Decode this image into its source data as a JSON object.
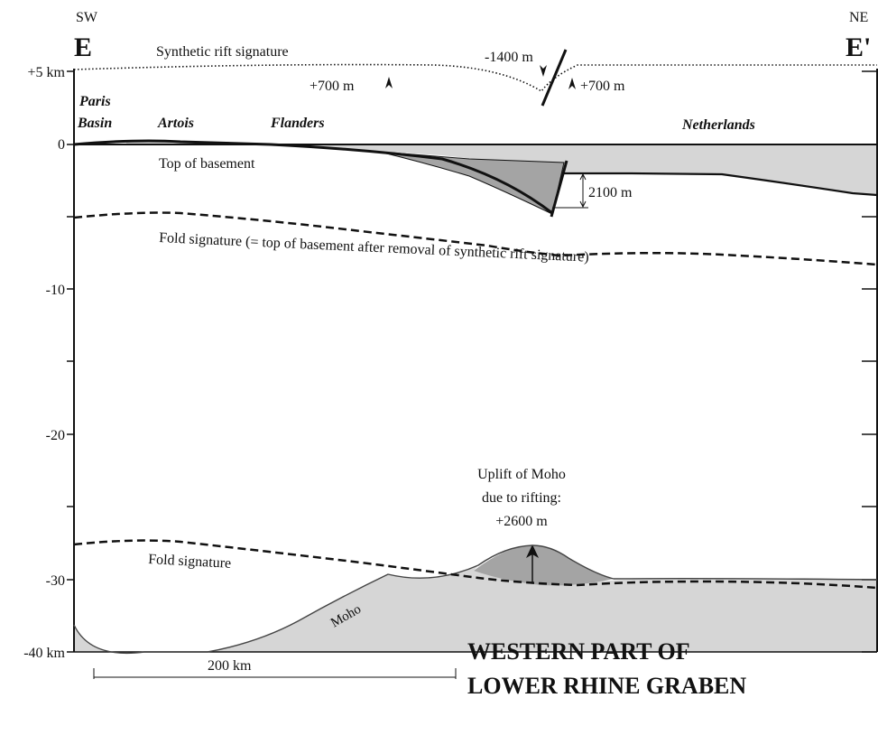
{
  "orientation": {
    "left": "SW",
    "right": "NE"
  },
  "section": {
    "start": "E",
    "end": "E'"
  },
  "y_axis": {
    "ticks": [
      {
        "label": "+5 km",
        "value": 5
      },
      {
        "label": "0",
        "value": 0
      },
      {
        "label": "-10",
        "value": -10
      },
      {
        "label": "-20",
        "value": -20
      },
      {
        "label": "-30",
        "value": -30
      },
      {
        "label": "-40 km",
        "value": -40
      }
    ],
    "minor_ticks_km": [
      -5,
      -15,
      -25,
      -35
    ]
  },
  "regions": {
    "paris_basin_1": "Paris",
    "paris_basin_2": "Basin",
    "artois": "Artois",
    "flanders": "Flanders",
    "netherlands": "Netherlands"
  },
  "labels": {
    "synthetic_rift": "Synthetic rift signature",
    "minus_1400": "-1400 m",
    "plus_700_left": "+700 m",
    "plus_700_right": "+700 m",
    "top_basement": "Top of basement",
    "offset_2100": "2100 m",
    "fold_signature_upper": "Fold signature (= top of basement after removal of synthetic rift signature)",
    "uplift_1": "Uplift of Moho",
    "uplift_2": "due to rifting:",
    "uplift_3": "+2600 m",
    "fold_signature_lower": "Fold signature",
    "moho": "Moho",
    "scale": "200 km",
    "title_1": "WESTERN PART OF",
    "title_2": "LOWER RHINE GRABEN"
  },
  "colors": {
    "fill_light": "#d6d6d6",
    "fill_dark": "#a4a4a4",
    "line": "#111111"
  }
}
